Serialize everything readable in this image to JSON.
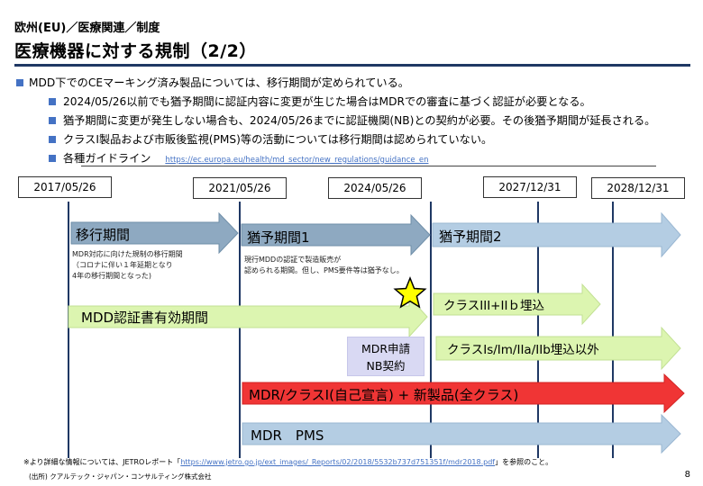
{
  "header": {
    "category": "欧州(EU)／医療関連／制度",
    "title": "医療機器に対する規制（2/2）"
  },
  "bullets": {
    "main": "MDD下でのCEマーキング済み製品については、移行期間が定められている。",
    "sub": [
      "2024/05/26以前でも猶予期間に認証内容に変更が生じた場合はMDRでの審査に基づく認証が必要となる。",
      "猶予期間に変更が発生しない場合も、2024/05/26までに認証機関(NB)との契約が必要。その後猶予期間が延長される。",
      "クラスI製品および市販後監視(PMS)等の活動については移行期間は認められていない。",
      "各種ガイドライン"
    ],
    "guideline_link": "https://ec.europa.eu/health/md_sector/new_regulations/guidance_en"
  },
  "timeline": {
    "dates": [
      "2017/05/26",
      "2021/05/26",
      "2024/05/26",
      "2027/12/31",
      "2028/12/31"
    ],
    "transition_label": "移行期間",
    "transition_note": [
      "MDR対応に向けた規制の移行期間",
      "（コロナに伴い１年延期となり",
      "4年の移行期間となった)"
    ],
    "grace1_label": "猶予期間1",
    "grace1_note": [
      "現行MDDの認証で製造販売が",
      "認められる期間。但し、PMS要件等は猶予なし。"
    ],
    "grace2_label": "猶予期間2",
    "mdd_cert_label": "MDD認証書有効期間",
    "class3_label": "クラスIII+IIｂ埋込",
    "class_other_label": "クラスIs/Im/IIa/IIb埋込以外",
    "mdr_apply": [
      "MDR申請",
      "NB契約"
    ],
    "mdr_class1_label": "MDR/クラスⅠ(自己宣言) + 新製品(全クラス)",
    "mdr_pms_label": "MDR　PMS"
  },
  "footer": {
    "footnote_prefix": "※より詳細な情報については、JETROレポート「",
    "footnote_link": "https://www.jetro.go.jp/ext_images/_Reports/02/2018/5532b737d751351f/mdr2018.pdf",
    "footnote_suffix": "」を参照のこと。",
    "source": "(出所) クアルテック・ジャパン・コンサルティング株式会社",
    "page_number": "8"
  },
  "colors": {
    "title_rule": "#1f3864",
    "bullet_square": "#4472c4",
    "arrow_gray_blue": "#8ea9c1",
    "arrow_light_blue": "#b4cde3",
    "arrow_green": "#dcf5b0",
    "arrow_red": "#f03535",
    "star": "#ffff00",
    "mdr_box": "#d9d9f3"
  }
}
